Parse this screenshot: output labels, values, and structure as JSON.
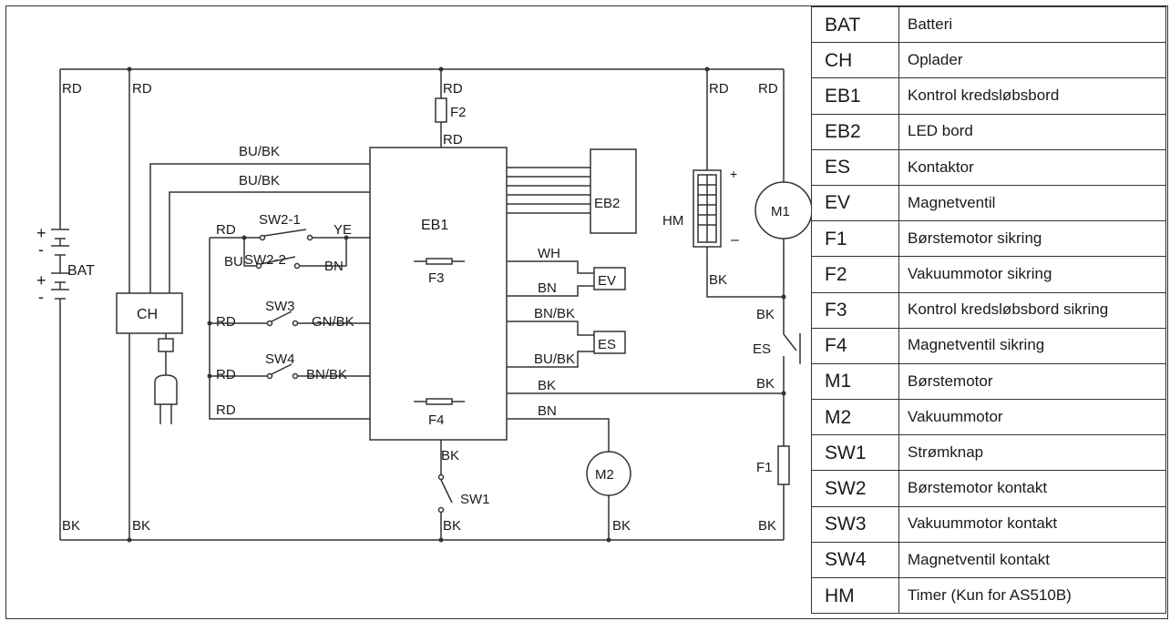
{
  "legend": [
    {
      "code": "BAT",
      "desc": "Batteri"
    },
    {
      "code": "CH",
      "desc": "Oplader"
    },
    {
      "code": "EB1",
      "desc": "Kontrol kredsløbsbord"
    },
    {
      "code": "EB2",
      "desc": "LED bord"
    },
    {
      "code": "ES",
      "desc": "Kontaktor"
    },
    {
      "code": "EV",
      "desc": "Magnetventil"
    },
    {
      "code": "F1",
      "desc": "Børstemotor sikring"
    },
    {
      "code": "F2",
      "desc": "Vakuummotor sikring"
    },
    {
      "code": "F3",
      "desc": "Kontrol  kredsløbsbord sikring"
    },
    {
      "code": "F4",
      "desc": "Magnetventil sikring"
    },
    {
      "code": "M1",
      "desc": "Børstemotor"
    },
    {
      "code": "M2",
      "desc": "Vakuummotor"
    },
    {
      "code": "SW1",
      "desc": "Strømknap"
    },
    {
      "code": "SW2",
      "desc": "Børstemotor kontakt"
    },
    {
      "code": "SW3",
      "desc": "Vakuummotor kontakt"
    },
    {
      "code": "SW4",
      "desc": "Magnetventil kontakt"
    },
    {
      "code": "HM",
      "desc": "Timer (Kun for AS510B)"
    }
  ],
  "labels": {
    "rd": "RD",
    "bk": "BK",
    "bu": "BU",
    "bn": "BN",
    "ye": "YE",
    "wh": "WH",
    "bubk": "BU/BK",
    "bnbk": "BN/BK",
    "gnbk": "GN/BK",
    "plus": "+",
    "minus": "-",
    "dash": "–",
    "bat": "BAT",
    "ch": "CH",
    "eb1": "EB1",
    "eb2": "EB2",
    "ev": "EV",
    "es": "ES",
    "hm": "HM",
    "m1": "M1",
    "m2": "M2",
    "f1": "F1",
    "f2": "F2",
    "f3": "F3",
    "f4": "F4",
    "sw1": "SW1",
    "sw21": "SW2-1",
    "sw22": "SW2-2",
    "sw3": "SW3",
    "sw4": "SW4"
  }
}
